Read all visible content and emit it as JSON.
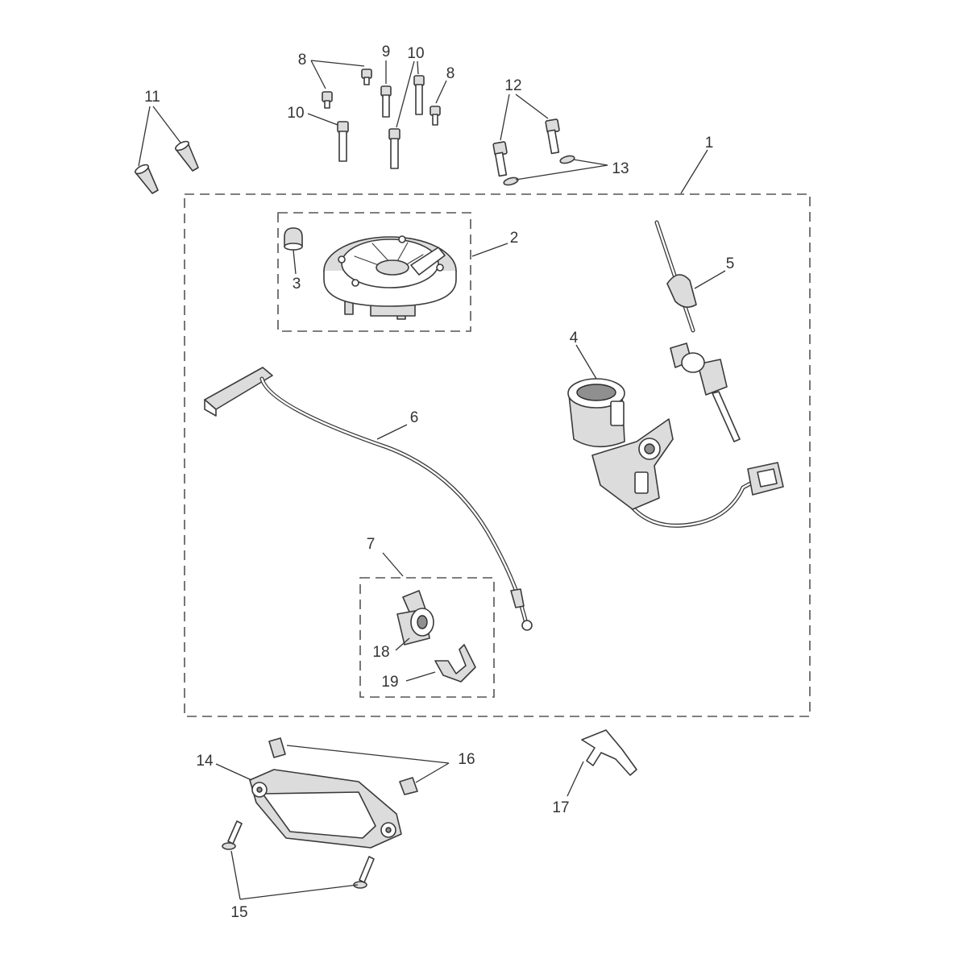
{
  "diagram": {
    "type": "exploded-parts-diagram",
    "callouts": {
      "c1": "1",
      "c2": "2",
      "c3": "3",
      "c4": "4",
      "c5": "5",
      "c6": "6",
      "c7": "7",
      "c8a": "8",
      "c8b": "8",
      "c9": "9",
      "c10a": "10",
      "c10b": "10",
      "c11": "11",
      "c12": "12",
      "c13": "13",
      "c14": "14",
      "c15": "15",
      "c16": "16",
      "c17": "17",
      "c18": "18",
      "c19": "19"
    }
  }
}
